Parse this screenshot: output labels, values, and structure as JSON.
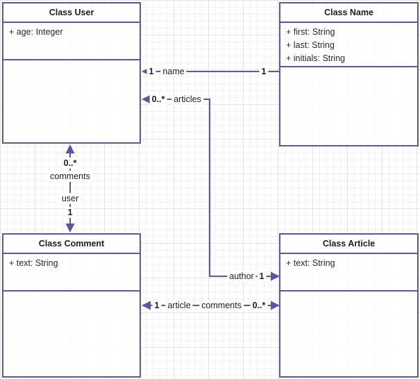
{
  "diagram": {
    "classes": [
      {
        "id": "user",
        "title": "Class User",
        "attributes": [
          "+ age: Integer"
        ]
      },
      {
        "id": "name",
        "title": "Class Name",
        "attributes": [
          "+ first: String",
          "+ last: String",
          "+ initials: String"
        ]
      },
      {
        "id": "comment",
        "title": "Class Comment",
        "attributes": [
          "+ text: String"
        ]
      },
      {
        "id": "article",
        "title": "Class Article",
        "attributes": [
          "+ text: String"
        ]
      }
    ],
    "connectors": {
      "user_name": {
        "user_mult": "1",
        "role": "name",
        "name_mult": "1"
      },
      "user_article": {
        "user_mult": "0..*",
        "user_role": "articles",
        "article_role": "author",
        "article_mult": "1"
      },
      "user_comment": {
        "user_mult": "0..*",
        "user_role": "comments",
        "comment_role": "user",
        "comment_mult": "1"
      },
      "comment_article": {
        "comment_mult": "1",
        "comment_role": "article",
        "article_role": "comments",
        "article_mult": "0..*"
      }
    },
    "colors": {
      "accent": "#5c55a6",
      "box_fill": "#fbfbfb",
      "text": "#262626",
      "grid_minor": "#f1f1f1",
      "grid_major": "#e3e3e3",
      "background": "#ffffff"
    }
  }
}
